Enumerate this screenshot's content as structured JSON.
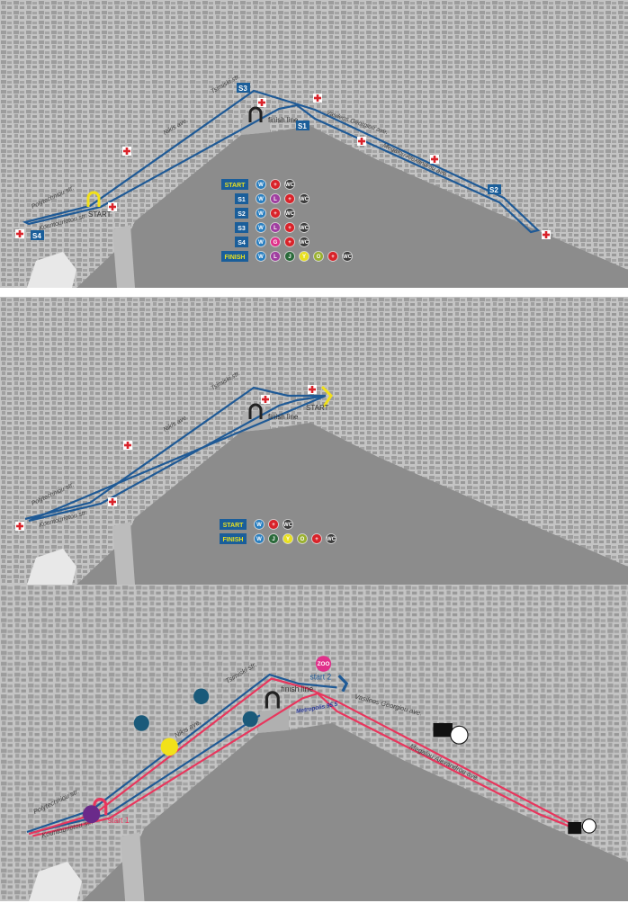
{
  "colors": {
    "land": "#bcbcbc",
    "block": "#9a9a9a",
    "sea": "#8c8c8c",
    "route_blue": "#1f5a96",
    "route_red": "#e8365d",
    "station": "#1a5e9a",
    "start_text": "#e8e020",
    "water": "#2a7fc0",
    "l": "#a03fa0",
    "g": "#e0308a",
    "cross": "#d9232a",
    "wc": "#3c3c3c",
    "green": "#2a6a3a",
    "yellow": "#e8e020",
    "lime": "#9ab030"
  },
  "streets": {
    "tsimiski": "Tsimiski str.",
    "nikis": "Nikis ave.",
    "vasileos": "Vasileos Georgiou ave.",
    "megalou": "Megalou Alexandrou ave.",
    "polytechniou": "Polytechniou str.",
    "kountouriotou": "Kountouriotou str."
  },
  "panel1": {
    "start_label": "START",
    "finish_label": "finish line",
    "stations": [
      "S1",
      "S2",
      "S3",
      "S4"
    ],
    "legend": [
      {
        "label": "START",
        "icons": [
          "W",
          "+",
          "WC"
        ]
      },
      {
        "label": "S1",
        "icons": [
          "W",
          "L",
          "+",
          "WC"
        ]
      },
      {
        "label": "S2",
        "icons": [
          "W",
          "+",
          "WC"
        ]
      },
      {
        "label": "S3",
        "icons": [
          "W",
          "L",
          "+",
          "WC"
        ]
      },
      {
        "label": "S4",
        "icons": [
          "W",
          "G",
          "+",
          "WC"
        ]
      },
      {
        "label": "FINISH",
        "icons": [
          "W",
          "L",
          "J",
          "Y",
          "O",
          "+",
          "WC"
        ]
      }
    ]
  },
  "panel2": {
    "start_label": "START",
    "finish_label": "finish line",
    "legend": [
      {
        "label": "START",
        "icons": [
          "W",
          "+",
          "WC"
        ]
      },
      {
        "label": "FINISH",
        "icons": [
          "W",
          "J",
          "Y",
          "O",
          "+",
          "WC"
        ]
      }
    ]
  },
  "panel3": {
    "start1": "start 1",
    "start2": "start 2",
    "finish_label": "finish line",
    "sponsor_zoo": "ZOO",
    "sponsor_radio": "Metropolis 95.5"
  }
}
